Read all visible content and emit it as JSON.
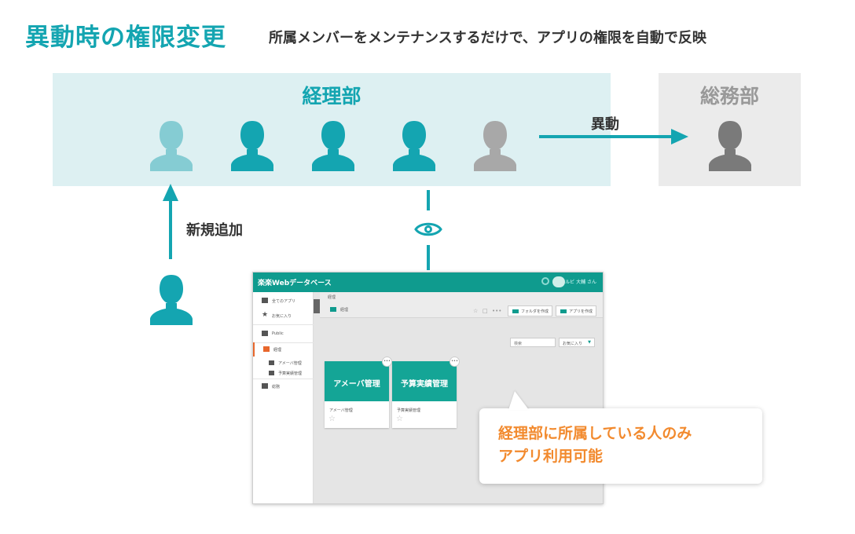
{
  "header": {
    "title": "異動時の権限変更",
    "subtitle": "所属メンバーをメンテナンスするだけで、アプリの権限を自動で反映"
  },
  "departments": {
    "main": "経理部",
    "other": "総務部"
  },
  "labels": {
    "transfer": "異動",
    "new_member": "新規追加"
  },
  "colors": {
    "accent": "#14a5b1",
    "new_member": "#85ccd3",
    "transferred": "#a8a8a8",
    "other_dept_member": "#7a7a7a",
    "callout_text": "#f28a2e",
    "app_bar": "#0f9b8e"
  },
  "screenshot": {
    "app_name": "楽楽Webデータベース",
    "user_label": "ルビ 大輔 さん",
    "sidebar": {
      "all_apps": "全てのアプリ",
      "favorites": "お気に入り",
      "public": "Public",
      "accounting": "経理",
      "sub_items": [
        "アメーバ管理",
        "予算実績管理"
      ],
      "general": "総務"
    },
    "crumb": "経理",
    "folder": "経理",
    "buttons": {
      "create_folder": "フォルダを作成",
      "create_app": "アプリを作成"
    },
    "search_placeholder": "検索",
    "sort": "お気に入り",
    "cards": [
      {
        "title": "アメーバ管理",
        "sub": "アメーバ管理"
      },
      {
        "title": "予算実績管理",
        "sub": "予算実績管理"
      }
    ]
  },
  "callout": {
    "line1": "経理部に所属している人のみ",
    "line2": "アプリ利用可能"
  }
}
